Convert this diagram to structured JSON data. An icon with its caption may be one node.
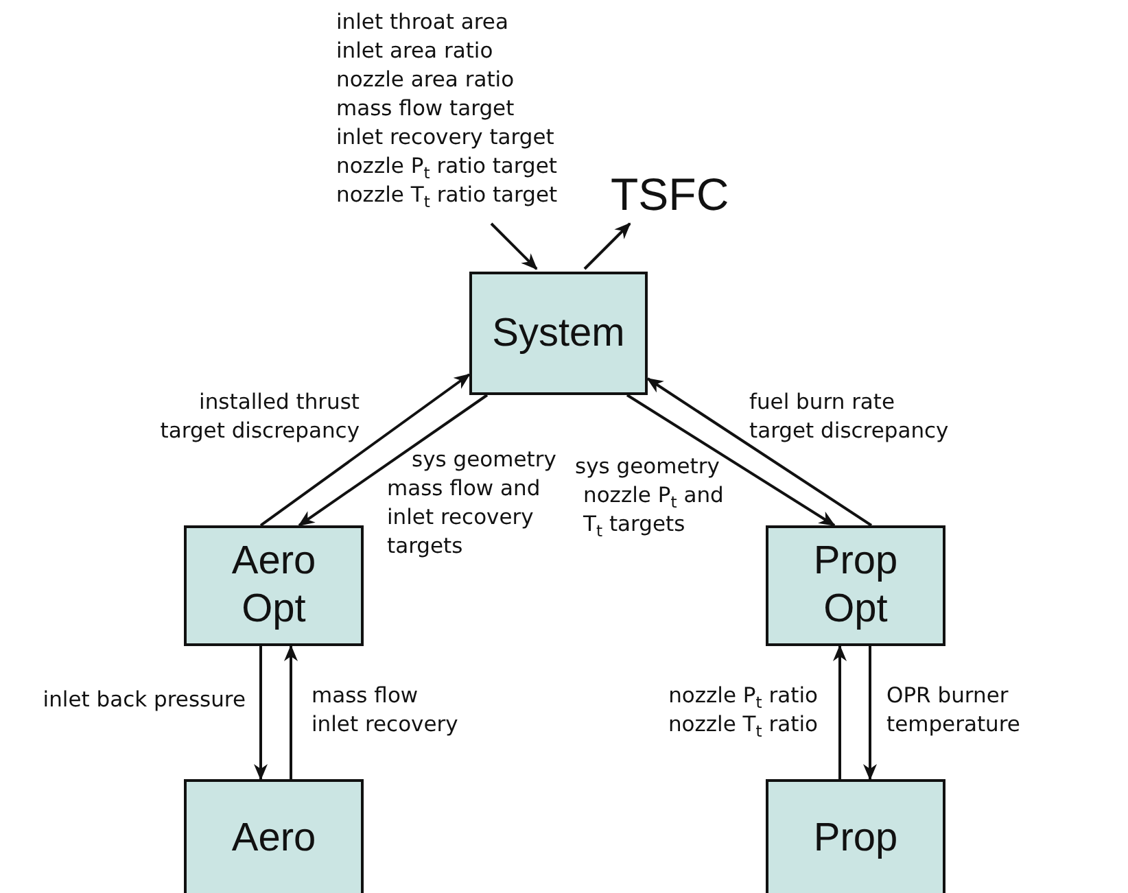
{
  "diagram": {
    "nodes": [
      {
        "text": [
          "inlet throat area",
          "inlet area ratio",
          "nozzle area ratio",
          "mass flow target",
          "inlet recovery target",
          "nozzle P$_{t}$ ratio target",
          "nozzle T$_{t}$ ratio target"
        ]
      },
      {
        "text": [
          "TSFC"
        ]
      },
      {
        "text": [
          "System"
        ]
      },
      {
        "text": [
          "Aero Opt"
        ]
      },
      {
        "text": [
          "Prop Opt"
        ]
      },
      {
        "text": [
          "Aero"
        ]
      },
      {
        "text": [
          "Prop"
        ]
      }
    ],
    "edges": [
      {
        "from": 0,
        "to": 2,
        "arrow": "to"
      },
      {
        "from": 2,
        "to": 1,
        "arrow": "to"
      },
      {
        "from": 3,
        "to": 2,
        "arrow": "to",
        "label": "installed thrust target discrepancy"
      },
      {
        "from": 2,
        "to": 3,
        "arrow": "to",
        "label": "sys geometry mass flow and inlet recovery targets"
      },
      {
        "from": 2,
        "to": 4,
        "arrow": "to",
        "label": "sys geometry nozzle P$_{t}$ and T$_{t}$ targets"
      },
      {
        "from": 4,
        "to": 2,
        "arrow": "to",
        "label": "fuel burn rate target discrepancy"
      },
      {
        "from": 3,
        "to": 5,
        "arrow": "to",
        "label": "inlet back pressure"
      },
      {
        "from": 5,
        "to": 3,
        "arrow": "to",
        "label": "mass flow inlet recovery"
      },
      {
        "from": 6,
        "to": 4,
        "arrow": "to",
        "label": "nozzle P$_{t}$ ratio nozzle T$_{t}$ ratio"
      },
      {
        "from": 4,
        "to": 6,
        "arrow": "to",
        "label": "OPR burner temperature"
      }
    ]
  }
}
